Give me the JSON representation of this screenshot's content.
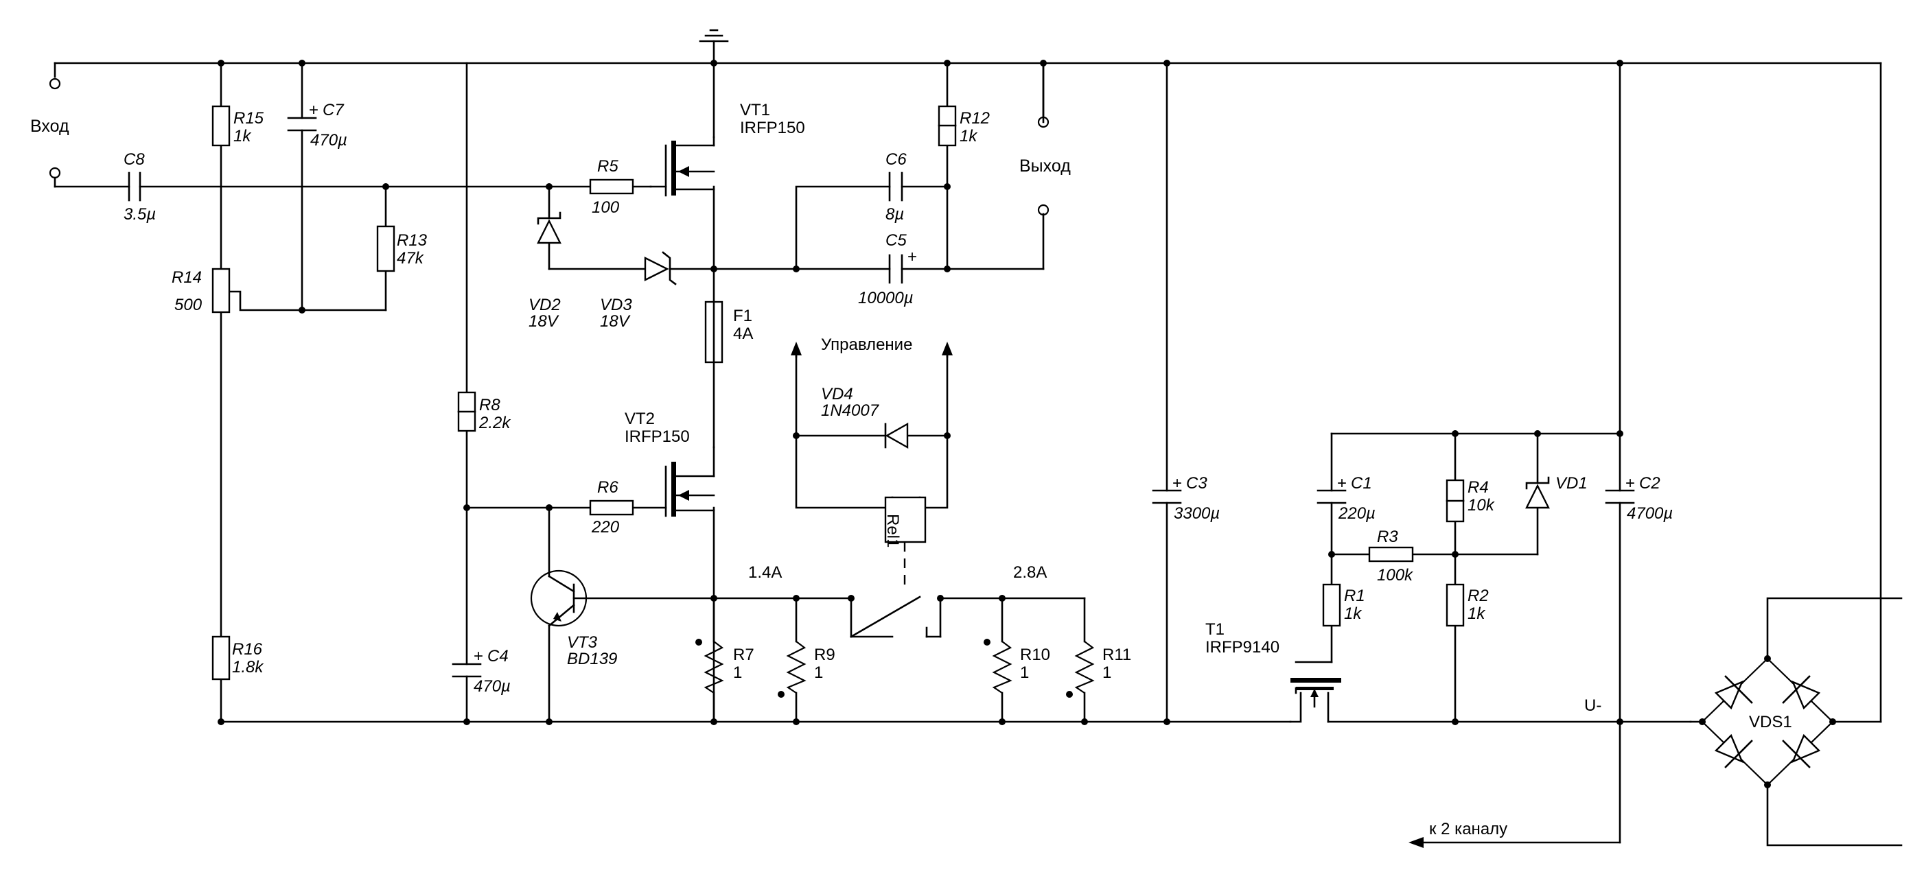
{
  "labels": {
    "input": "Вход",
    "output": "Выход",
    "control": "Управление",
    "current_1": "1.4A",
    "current_2": "2.8A",
    "u_minus": "U-",
    "to_channel": "к 2 каналу",
    "ground_mark": "="
  },
  "components": {
    "C8": {
      "ref": "C8",
      "value": "3.5µ"
    },
    "R15": {
      "ref": "R15",
      "value": "1k"
    },
    "C7": {
      "ref": "C7",
      "value": "470µ"
    },
    "R13": {
      "ref": "R13",
      "value": "47k"
    },
    "R14": {
      "ref": "R14",
      "value": "500"
    },
    "R16": {
      "ref": "R16",
      "value": "1.8k"
    },
    "R8": {
      "ref": "R8",
      "value": "2.2k"
    },
    "C4": {
      "ref": "C4",
      "value": "470µ"
    },
    "R5": {
      "ref": "R5",
      "value": "100"
    },
    "R6": {
      "ref": "R6",
      "value": "220"
    },
    "VD2": {
      "ref": "VD2",
      "value": "18V"
    },
    "VD3": {
      "ref": "VD3",
      "value": "18V"
    },
    "VT1": {
      "ref": "VT1",
      "value": "IRFP150"
    },
    "VT2": {
      "ref": "VT2",
      "value": "IRFP150"
    },
    "VT3": {
      "ref": "VT3",
      "value": "BD139"
    },
    "F1": {
      "ref": "F1",
      "value": "4A"
    },
    "R12": {
      "ref": "R12",
      "value": "1k"
    },
    "C6": {
      "ref": "C6",
      "value": "8µ"
    },
    "C5": {
      "ref": "C5",
      "value": "10000µ"
    },
    "VD4": {
      "ref": "VD4",
      "value": "1N4007"
    },
    "Rel1": {
      "ref": "Rel1"
    },
    "R7": {
      "ref": "R7",
      "value": "1"
    },
    "R9": {
      "ref": "R9",
      "value": "1"
    },
    "R10": {
      "ref": "R10",
      "value": "1"
    },
    "R11": {
      "ref": "R11",
      "value": "1"
    },
    "C3": {
      "ref": "C3",
      "value": "3300µ"
    },
    "C1": {
      "ref": "C1",
      "value": "220µ"
    },
    "R4": {
      "ref": "R4",
      "value": "10k"
    },
    "VD1": {
      "ref": "VD1"
    },
    "C2": {
      "ref": "C2",
      "value": "4700µ"
    },
    "R3": {
      "ref": "R3",
      "value": "100k"
    },
    "R1": {
      "ref": "R1",
      "value": "1k"
    },
    "R2": {
      "ref": "R2",
      "value": "1k"
    },
    "T1": {
      "ref": "T1",
      "value": "IRFP9140"
    },
    "VDS1": {
      "ref": "VDS1"
    }
  }
}
